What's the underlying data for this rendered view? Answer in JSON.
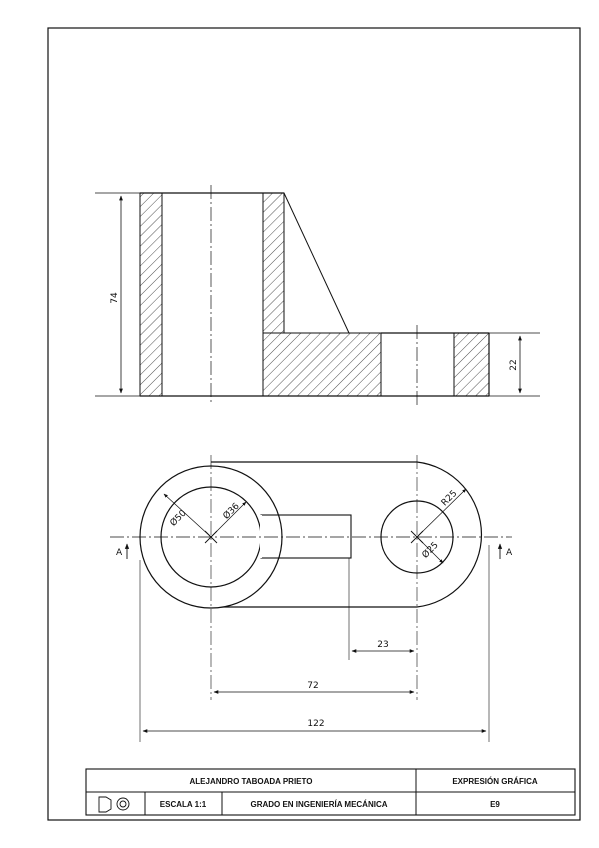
{
  "drawing": {
    "dimensions": {
      "height_total": "74",
      "height_base": "22",
      "diameter_outer": "Ø50",
      "diameter_inner": "Ø36",
      "radius_boss": "R25",
      "diameter_hole": "Ø25",
      "offset_rib": "23",
      "center_distance": "72",
      "overall_length": "122"
    },
    "section_marks": {
      "left": "A",
      "right": "A"
    }
  },
  "title_block": {
    "author": "ALEJANDRO TABOADA PRIETO",
    "subject": "EXPRESIÓN GRÁFICA",
    "scale": "ESCALA 1:1",
    "degree": "GRADO EN INGENIERÍA MECÁNICA",
    "sheet_id": "E9"
  }
}
